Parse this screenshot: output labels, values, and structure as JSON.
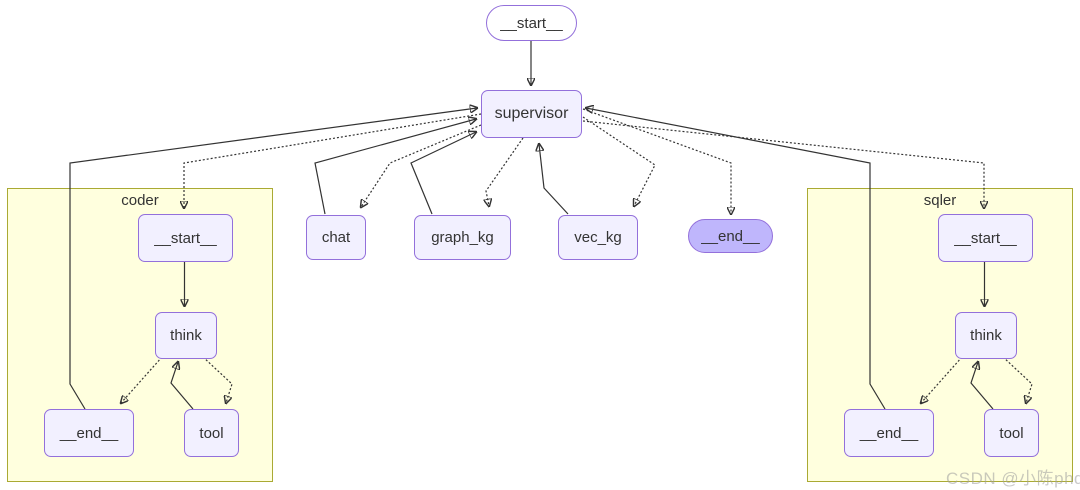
{
  "diagram": {
    "nodes": {
      "start": "__start__",
      "supervisor": "supervisor",
      "chat": "chat",
      "graph_kg": "graph_kg",
      "vec_kg": "vec_kg",
      "end": "__end__"
    },
    "clusters": [
      {
        "label": "coder",
        "nodes": {
          "start": "__start__",
          "think": "think",
          "end": "__end__",
          "tool": "tool"
        }
      },
      {
        "label": "sqler",
        "nodes": {
          "start": "__start__",
          "think": "think",
          "end": "__end__",
          "tool": "tool"
        }
      }
    ],
    "edges": [
      {
        "from": "__start__",
        "to": "supervisor",
        "style": "solid"
      },
      {
        "from": "supervisor",
        "to": "chat",
        "style": "dotted"
      },
      {
        "from": "chat",
        "to": "supervisor",
        "style": "solid"
      },
      {
        "from": "supervisor",
        "to": "graph_kg",
        "style": "dotted"
      },
      {
        "from": "graph_kg",
        "to": "supervisor",
        "style": "solid"
      },
      {
        "from": "supervisor",
        "to": "vec_kg",
        "style": "dotted"
      },
      {
        "from": "vec_kg",
        "to": "supervisor",
        "style": "solid"
      },
      {
        "from": "supervisor",
        "to": "__end__",
        "style": "dotted"
      },
      {
        "from": "supervisor",
        "to": "coder.__start__",
        "style": "dotted"
      },
      {
        "from": "coder.__end__",
        "to": "supervisor",
        "style": "solid"
      },
      {
        "from": "supervisor",
        "to": "sqler.__start__",
        "style": "dotted"
      },
      {
        "from": "sqler.__end__",
        "to": "supervisor",
        "style": "solid"
      },
      {
        "from": "coder.__start__",
        "to": "coder.think",
        "style": "solid"
      },
      {
        "from": "coder.think",
        "to": "coder.__end__",
        "style": "dotted"
      },
      {
        "from": "coder.think",
        "to": "coder.tool",
        "style": "dotted"
      },
      {
        "from": "coder.tool",
        "to": "coder.think",
        "style": "solid"
      },
      {
        "from": "sqler.__start__",
        "to": "sqler.think",
        "style": "solid"
      },
      {
        "from": "sqler.think",
        "to": "sqler.__end__",
        "style": "dotted"
      },
      {
        "from": "sqler.think",
        "to": "sqler.tool",
        "style": "dotted"
      },
      {
        "from": "sqler.tool",
        "to": "sqler.think",
        "style": "solid"
      }
    ],
    "colors": {
      "node_fill": "#f2f0ff",
      "node_border": "#9370db",
      "start_fill": "#ffffff",
      "end_fill": "#bfb6fc",
      "cluster_fill": "#ffffde",
      "cluster_border": "#aaaa33",
      "edge": "#333333"
    },
    "watermark": "CSDN @小陈phd"
  }
}
